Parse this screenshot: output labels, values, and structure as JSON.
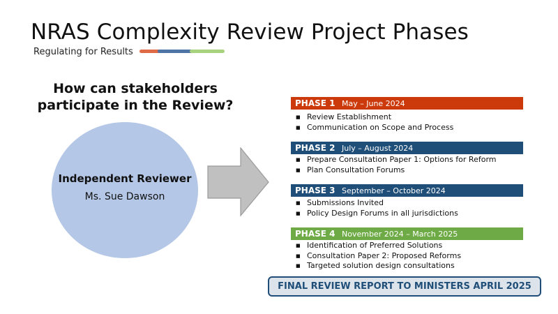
{
  "header": {
    "title": "NRAS Complexity Review Project Phases",
    "subtitle": "Regulating for Results"
  },
  "colors": {
    "accent_orange": "#e06a45",
    "accent_blue": "#4f74a6",
    "accent_green": "#a7d37e",
    "circle_fill": "#b4c7e7",
    "arrow_fill": "#c0c0c0",
    "phase1": "#cc3a0b",
    "phase2": "#1f4e79",
    "phase3": "#1f4e79",
    "phase4": "#6eab46",
    "final_box_bg": "#dde3ea"
  },
  "question": "How can stakeholders participate in the Review?",
  "reviewer": {
    "role": "Independent Reviewer",
    "name": "Ms. Sue Dawson"
  },
  "phases": [
    {
      "label": "PHASE 1",
      "dates": "May – June 2024",
      "items": [
        "Review Establishment",
        "Communication on Scope and Process"
      ]
    },
    {
      "label": "PHASE 2",
      "dates": "July – August 2024",
      "items": [
        "Prepare Consultation Paper 1: Options for Reform",
        "Plan Consultation Forums"
      ]
    },
    {
      "label": "PHASE 3",
      "dates": "September – October 2024",
      "items": [
        "Submissions Invited",
        "Policy Design Forums in all jurisdictions"
      ]
    },
    {
      "label": "PHASE 4",
      "dates": "November 2024 – March 2025",
      "items": [
        "Identification of Preferred Solutions",
        "Consultation Paper 2: Proposed Reforms",
        "Targeted solution design consultations"
      ]
    }
  ],
  "final_report": "FINAL REVIEW REPORT TO MINISTERS APRIL 2025"
}
